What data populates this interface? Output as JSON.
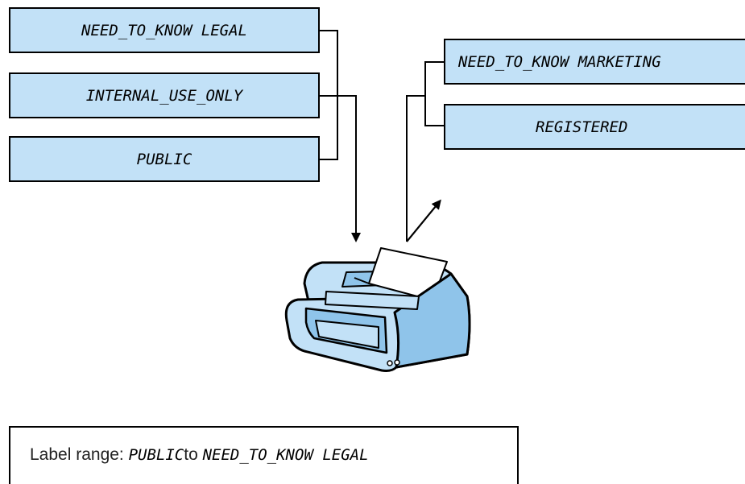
{
  "input_labels": [
    "NEED_TO_KNOW LEGAL",
    "INTERNAL_USE_ONLY",
    "PUBLIC"
  ],
  "output_labels": [
    "NEED_TO_KNOW MARKETING",
    "REGISTERED"
  ],
  "range": {
    "prefix": "Label range: ",
    "low": "PUBLIC",
    "middle": "to ",
    "high": "NEED_TO_KNOW LEGAL"
  },
  "colors": {
    "box_fill": "#c2e1f7",
    "printer_fill": "#c2e1f7",
    "printer_dark": "#8fc4ea",
    "outline": "#000000"
  }
}
